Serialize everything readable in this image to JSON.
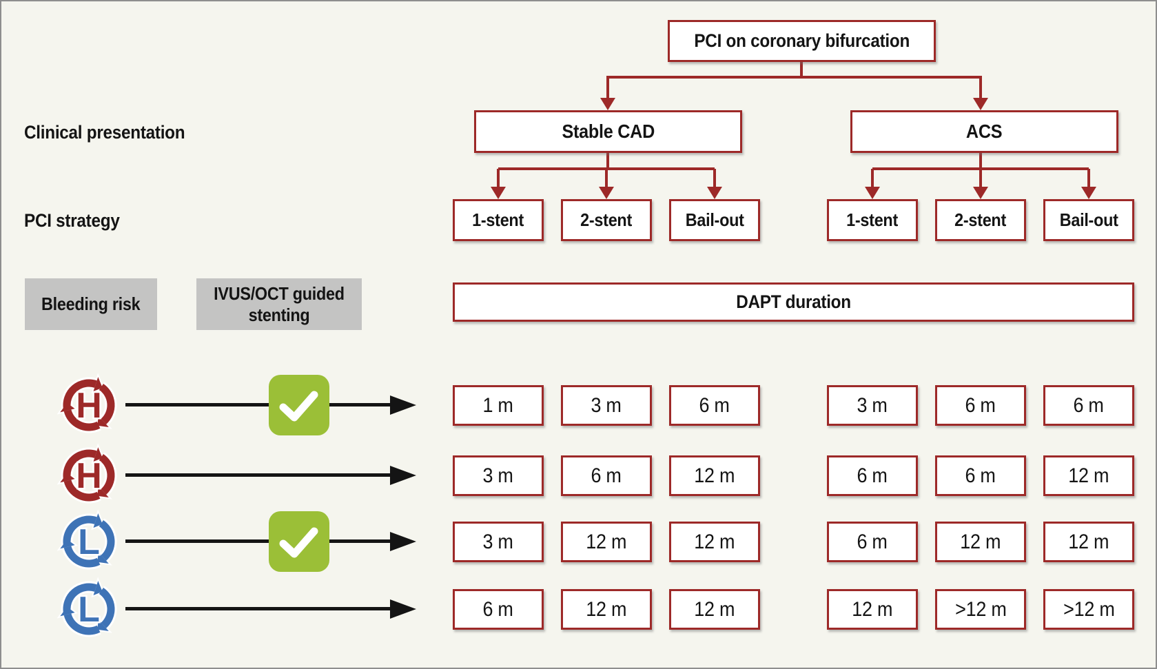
{
  "labels": {
    "clinical_presentation": "Clinical presentation",
    "pci_strategy": "PCI strategy",
    "bleeding_risk": "Bleeding risk",
    "ivus_oct": "IVUS/OCT guided stenting",
    "dapt_duration": "DAPT duration"
  },
  "tree": {
    "root": "PCI on coronary bifurcation",
    "branches": [
      {
        "label": "Stable CAD",
        "strategies": [
          "1-stent",
          "2-stent",
          "Bail-out"
        ]
      },
      {
        "label": "ACS",
        "strategies": [
          "1-stent",
          "2-stent",
          "Bail-out"
        ]
      }
    ]
  },
  "rows": [
    {
      "risk": "H",
      "risk_level": "high",
      "icon": "high-bleeding-risk-cycle-icon",
      "ivus_oct_guided": true,
      "durations": [
        "1 m",
        "3 m",
        "6 m",
        "3 m",
        "6 m",
        "6 m"
      ]
    },
    {
      "risk": "H",
      "risk_level": "high",
      "icon": "high-bleeding-risk-cycle-icon",
      "ivus_oct_guided": false,
      "durations": [
        "3 m",
        "6 m",
        "12 m",
        "6 m",
        "6 m",
        "12 m"
      ]
    },
    {
      "risk": "L",
      "risk_level": "low",
      "icon": "low-bleeding-risk-cycle-icon",
      "ivus_oct_guided": true,
      "durations": [
        "3 m",
        "12 m",
        "12 m",
        "6 m",
        "12 m",
        "12 m"
      ]
    },
    {
      "risk": "L",
      "risk_level": "low",
      "icon": "low-bleeding-risk-cycle-icon",
      "ivus_oct_guided": false,
      "durations": [
        "6 m",
        "12 m",
        "12 m",
        "12 m",
        ">12 m",
        ">12 m"
      ]
    }
  ],
  "icons": {
    "checkmark": "checkmark-icon",
    "high_risk_cycle": "high-bleeding-risk-cycle-icon",
    "low_risk_cycle": "low-bleeding-risk-cycle-icon"
  },
  "colors": {
    "dark_red": "#9d2928",
    "high_risk": "#9d2928",
    "low_risk": "#3e73b6",
    "green_check": "#9bbf37",
    "gray_header": "#c4c4c3",
    "background": "#f5f5ee",
    "arrow_black": "#141414"
  }
}
